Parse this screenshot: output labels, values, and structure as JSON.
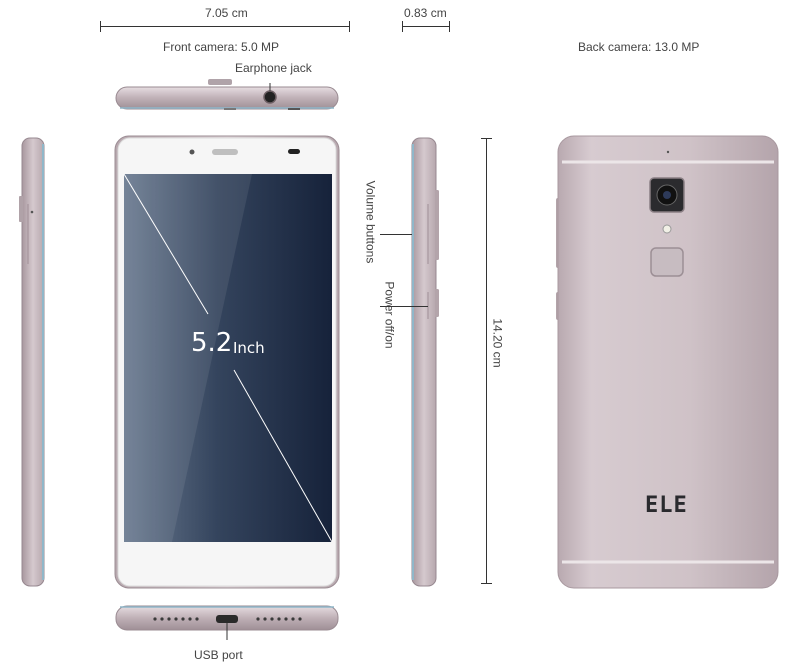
{
  "dimensions": {
    "width_label": "7.05 cm",
    "thickness_label": "0.83 cm",
    "height_label": "14.20 cm"
  },
  "labels": {
    "front_camera": "Front camera: 5.0 MP",
    "back_camera": "Back camera: 13.0 MP",
    "earphone_jack": "Earphone jack",
    "volume_buttons": "Volume buttons",
    "power_button": "Power off/on",
    "usb_port": "USB port"
  },
  "screen": {
    "size_value": "5.2",
    "size_unit": "Inch"
  },
  "brand": {
    "logo_text": "ELE"
  },
  "colors": {
    "body": "#c9b9bf",
    "screen": "#1e2a40",
    "front_panel": "#f4f4f4"
  }
}
